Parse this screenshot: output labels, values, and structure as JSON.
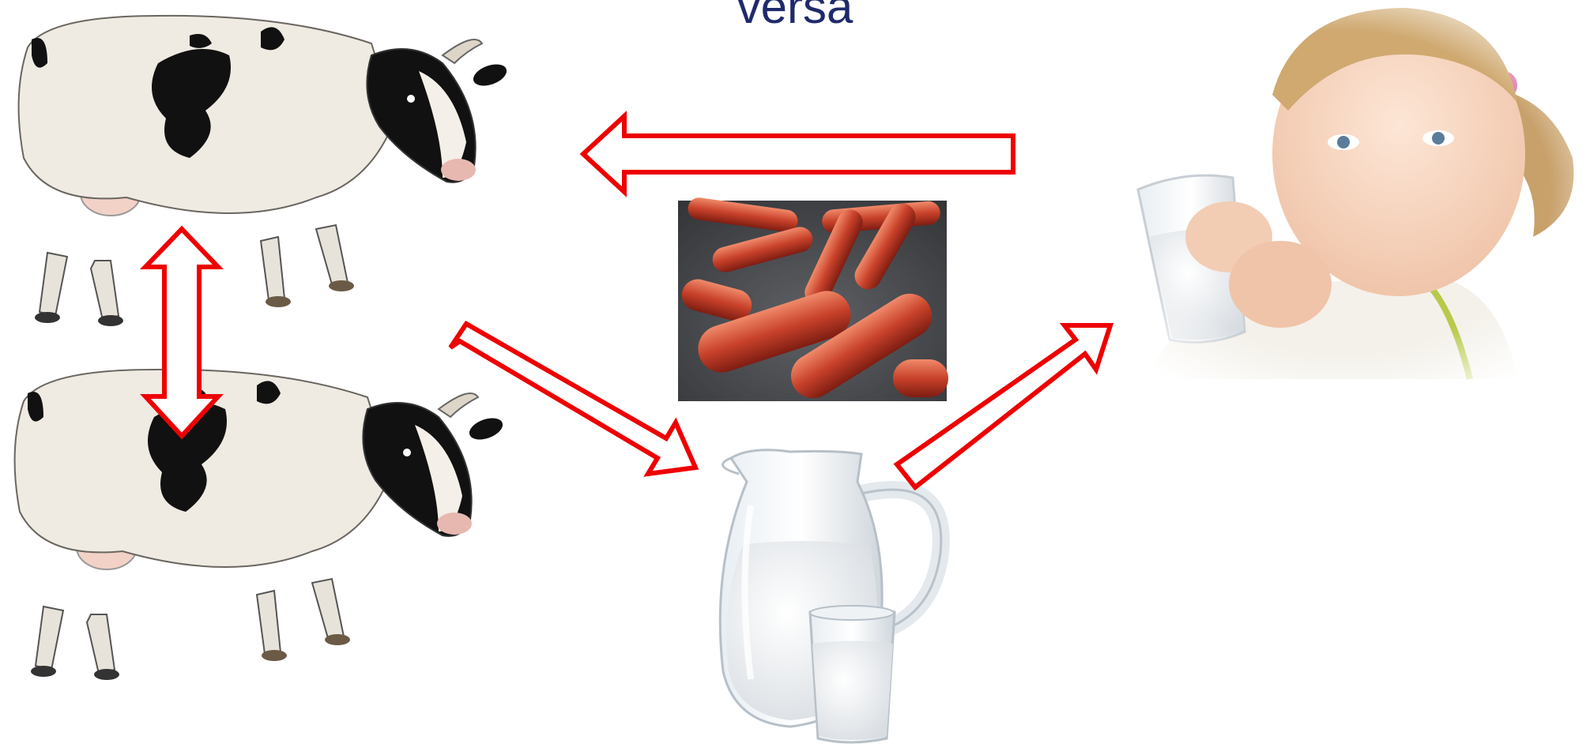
{
  "slide": {
    "title_fragment": "versa"
  },
  "images": {
    "cow_top": "cow",
    "cow_bottom": "cow",
    "bacteria": "bacteria",
    "milk": "milk-jug-and-glass",
    "child": "girl-drinking-milk"
  },
  "colors": {
    "arrow": "#ee0000",
    "title": "#1f2a6b"
  }
}
